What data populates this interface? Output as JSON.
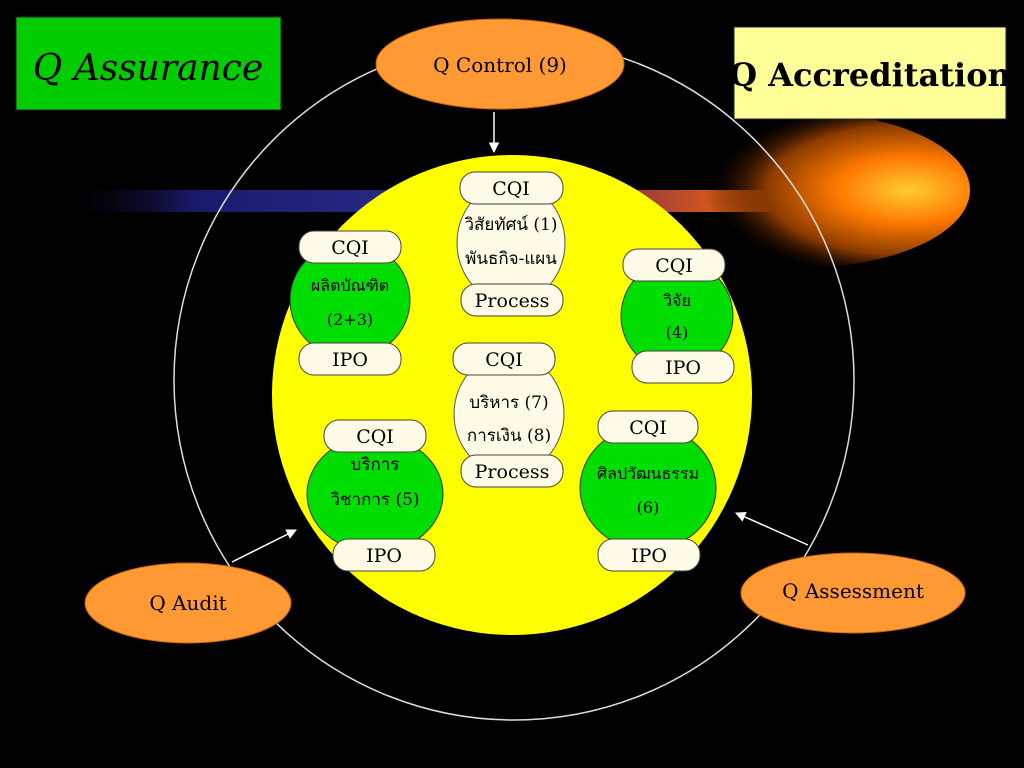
{
  "titles": {
    "assurance": "Q  Assurance",
    "accreditation": "Q  Accreditation"
  },
  "nodes": {
    "control": "Q Control (9)",
    "audit": "Q Audit",
    "assessment": "Q Assessment"
  },
  "modules": {
    "vision": {
      "top": "CQI",
      "line1": "วิสัยทัศน์ (1)",
      "line2": "พันธกิจ-แผน",
      "bottom": "Process"
    },
    "graduate": {
      "top": "CQI",
      "line1": "ผลิตบัณฑิต",
      "line2": "(2+3)",
      "bottom": "IPO"
    },
    "research": {
      "top": "CQI",
      "line1": "วิจัย",
      "line2": "(4)",
      "bottom": "IPO"
    },
    "admin": {
      "top": "CQI",
      "line1": "บริหาร (7)",
      "line2": "การเงิน (8)",
      "bottom": "Process"
    },
    "service": {
      "top": "CQI",
      "line1": "บริการ",
      "line2": "วิชาการ (5)",
      "bottom": "IPO"
    },
    "culture": {
      "top": "CQI",
      "line1": "ศิลปวัฒนธรรม",
      "line2": "(6)",
      "bottom": "IPO"
    }
  },
  "colors": {
    "background": "#000000",
    "assurance_box": "#00cc00",
    "accreditation_box": "#ffff99",
    "node_fill": "#ff9933",
    "core_circle": "#ffff00",
    "module_fill": "#00dd00",
    "pill_fill": "#fffbe6"
  }
}
